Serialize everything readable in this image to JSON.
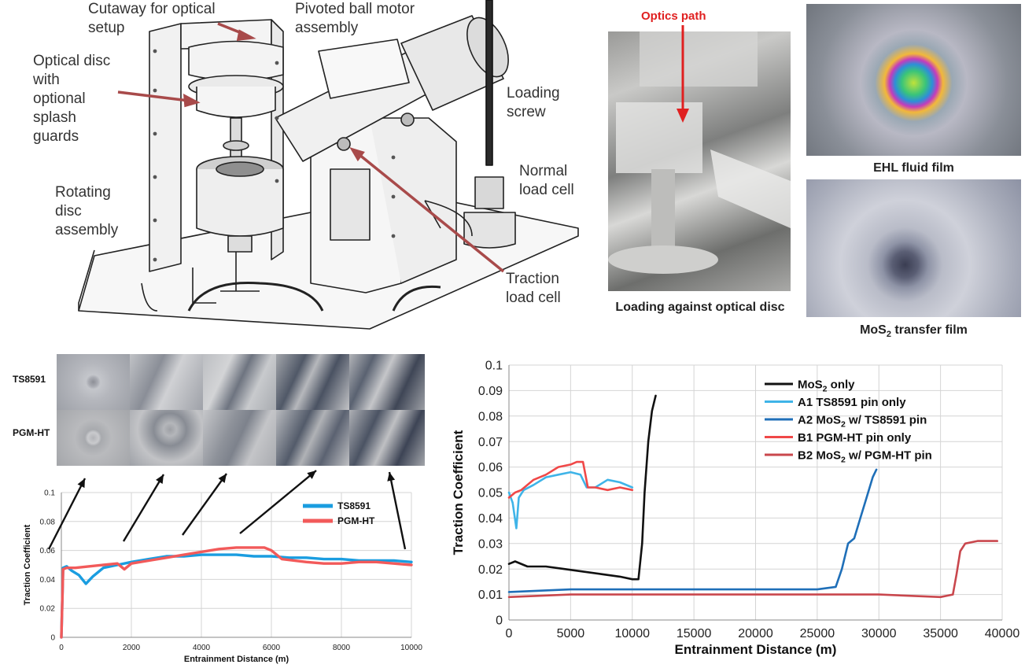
{
  "apparatus": {
    "labels": {
      "cutaway": "Cutaway for optical setup",
      "pivoted": "Pivoted ball motor assembly",
      "optical_disc": "Optical disc  with optional splash guards",
      "loading_screw": "Loading screw",
      "normal_load": "Normal load cell",
      "rotating_disc": "Rotating disc assembly",
      "traction_load": "Traction load cell"
    }
  },
  "photos": {
    "optics_path": "Optics path",
    "loading_caption": "Loading against optical disc",
    "ehl_caption": "EHL fluid film",
    "mos2_caption_pre": "MoS",
    "mos2_caption_sub": "2",
    "mos2_caption_post": " transfer film"
  },
  "micrographs": {
    "rows": [
      "TS8591",
      "PGM-HT"
    ]
  },
  "chart_data": [
    {
      "type": "line",
      "xlabel": "Entrainment Distance (m)",
      "ylabel": "Traction Coefficient",
      "xlim": [
        0,
        10000
      ],
      "ylim": [
        0,
        0.1
      ],
      "xticks": [
        "0",
        "2000",
        "4000",
        "6000",
        "8000",
        "10000"
      ],
      "yticks": [
        "0",
        "0.02",
        "0.04",
        "0.06",
        "0.08",
        "0.1"
      ],
      "grid": true,
      "legend_position": "top-right",
      "series": [
        {
          "name": "TS8591",
          "color": "#1a9de0",
          "x": [
            0,
            50,
            150,
            300,
            500,
            700,
            900,
            1200,
            1600,
            2000,
            2500,
            3000,
            3500,
            4000,
            4500,
            5000,
            5500,
            6000,
            6500,
            7000,
            7500,
            8000,
            8500,
            9000,
            9500,
            10000
          ],
          "y": [
            0,
            0.048,
            0.049,
            0.046,
            0.043,
            0.037,
            0.042,
            0.048,
            0.05,
            0.052,
            0.054,
            0.056,
            0.056,
            0.057,
            0.057,
            0.057,
            0.056,
            0.056,
            0.055,
            0.055,
            0.054,
            0.054,
            0.053,
            0.053,
            0.053,
            0.052
          ]
        },
        {
          "name": "PGM-HT",
          "color": "#f25a5a",
          "x": [
            0,
            50,
            150,
            400,
            800,
            1200,
            1600,
            1800,
            2000,
            2500,
            3000,
            3500,
            4000,
            4500,
            5000,
            5500,
            5800,
            6000,
            6300,
            7000,
            7500,
            8000,
            8500,
            9000,
            9500,
            10000
          ],
          "y": [
            0,
            0.047,
            0.048,
            0.048,
            0.049,
            0.05,
            0.051,
            0.047,
            0.051,
            0.053,
            0.055,
            0.057,
            0.059,
            0.061,
            0.062,
            0.062,
            0.062,
            0.06,
            0.054,
            0.052,
            0.051,
            0.051,
            0.052,
            0.052,
            0.051,
            0.05
          ]
        }
      ]
    },
    {
      "type": "line",
      "xlabel": "Entrainment Distance (m)",
      "ylabel": "Traction Coefficient",
      "xlim": [
        0,
        40000
      ],
      "ylim": [
        0,
        0.1
      ],
      "xticks": [
        "0",
        "5000",
        "10000",
        "15000",
        "20000",
        "25000",
        "30000",
        "35000",
        "40000"
      ],
      "yticks": [
        "0",
        "0.01",
        "0.02",
        "0.03",
        "0.04",
        "0.05",
        "0.06",
        "0.07",
        "0.08",
        "0.09",
        "0.1"
      ],
      "grid": true,
      "legend_position": "top-right",
      "series": [
        {
          "name": "MoS2 only",
          "label_parts": [
            "MoS",
            "2",
            " only"
          ],
          "color": "#111111",
          "x": [
            0,
            500,
            1500,
            3000,
            4500,
            6000,
            7500,
            9000,
            10000,
            10500,
            10800,
            11000,
            11300,
            11600,
            11900
          ],
          "y": [
            0.022,
            0.023,
            0.021,
            0.021,
            0.02,
            0.019,
            0.018,
            0.017,
            0.016,
            0.016,
            0.03,
            0.05,
            0.07,
            0.082,
            0.088
          ]
        },
        {
          "name": "A1 TS8591 pin only",
          "label_parts": [
            "A1 TS8591 pin only",
            "",
            ""
          ],
          "color": "#3fb4e8",
          "x": [
            0,
            300,
            600,
            800,
            1200,
            2000,
            3000,
            4000,
            5000,
            5800,
            6300,
            7000,
            8000,
            9000,
            10000
          ],
          "y": [
            0.05,
            0.046,
            0.036,
            0.048,
            0.051,
            0.053,
            0.056,
            0.057,
            0.058,
            0.057,
            0.052,
            0.052,
            0.055,
            0.054,
            0.052
          ]
        },
        {
          "name": "A2 MoS2 w/ TS8591 pin",
          "label_parts": [
            "A2 MoS",
            "2",
            " w/ TS8591 pin"
          ],
          "color": "#1f6fb8",
          "x": [
            0,
            5000,
            10000,
            15000,
            20000,
            25000,
            26500,
            27000,
            27500,
            28000,
            28500,
            29000,
            29500,
            29800
          ],
          "y": [
            0.011,
            0.012,
            0.012,
            0.012,
            0.012,
            0.012,
            0.013,
            0.02,
            0.03,
            0.032,
            0.04,
            0.048,
            0.056,
            0.059
          ]
        },
        {
          "name": "B1 PGM-HT pin only",
          "label_parts": [
            "B1 PGM-HT pin only",
            "",
            ""
          ],
          "color": "#f04848",
          "x": [
            0,
            500,
            1000,
            2000,
            3000,
            4000,
            5000,
            5500,
            6000,
            6400,
            7000,
            8000,
            9000,
            10000
          ],
          "y": [
            0.048,
            0.05,
            0.051,
            0.055,
            0.057,
            0.06,
            0.061,
            0.062,
            0.062,
            0.052,
            0.052,
            0.051,
            0.052,
            0.051
          ]
        },
        {
          "name": "B2 MoS2 w/ PGM-HT pin",
          "label_parts": [
            "B2 MoS",
            "2",
            " w/ PGM-HT pin"
          ],
          "color": "#c9474d",
          "x": [
            0,
            5000,
            10000,
            15000,
            20000,
            25000,
            30000,
            35000,
            36000,
            36300,
            36600,
            37000,
            38000,
            39000,
            39600
          ],
          "y": [
            0.009,
            0.01,
            0.01,
            0.01,
            0.01,
            0.01,
            0.01,
            0.009,
            0.01,
            0.018,
            0.027,
            0.03,
            0.031,
            0.031,
            0.031
          ]
        }
      ]
    }
  ]
}
